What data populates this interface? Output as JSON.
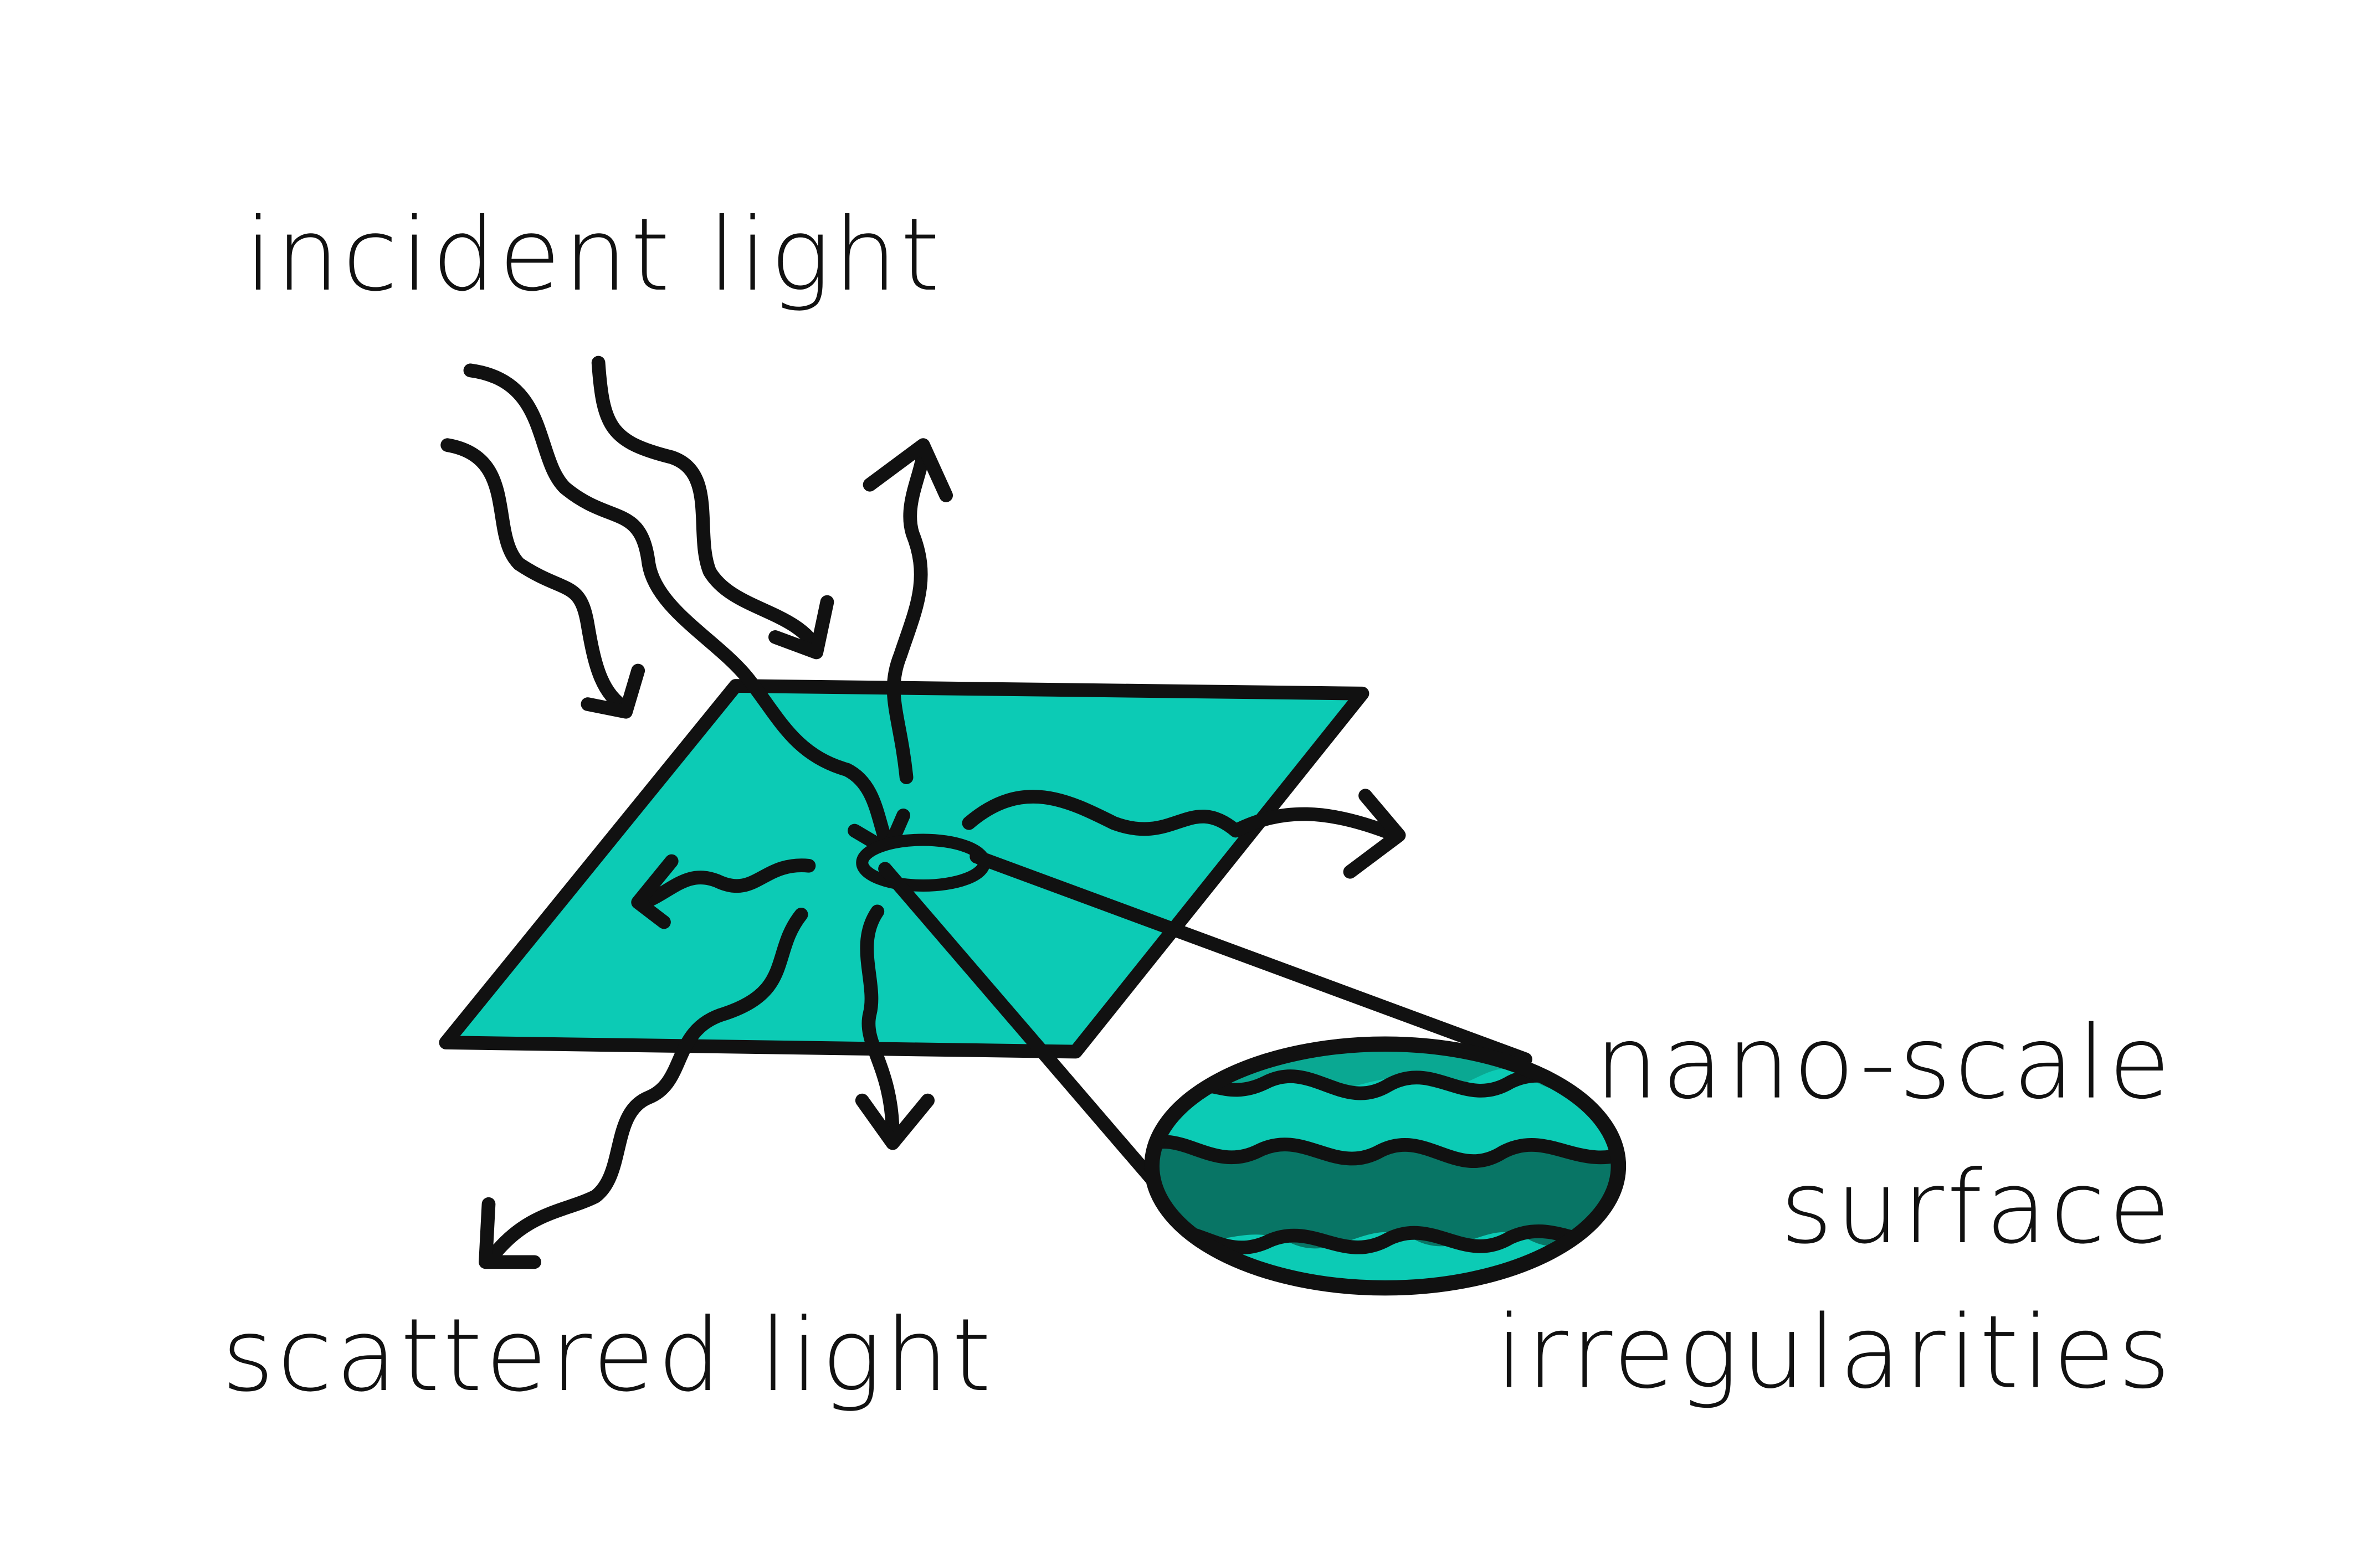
{
  "labels": {
    "incident": "incident light",
    "scattered": "scattered light",
    "irregularities": [
      "nano-scale",
      "surface",
      "irregularities"
    ]
  },
  "colors": {
    "surface": "#0ccbb5",
    "surface_mid": "#0aa892",
    "surface_dark": "#087565",
    "ink": "#111111",
    "background": "#ffffff"
  }
}
